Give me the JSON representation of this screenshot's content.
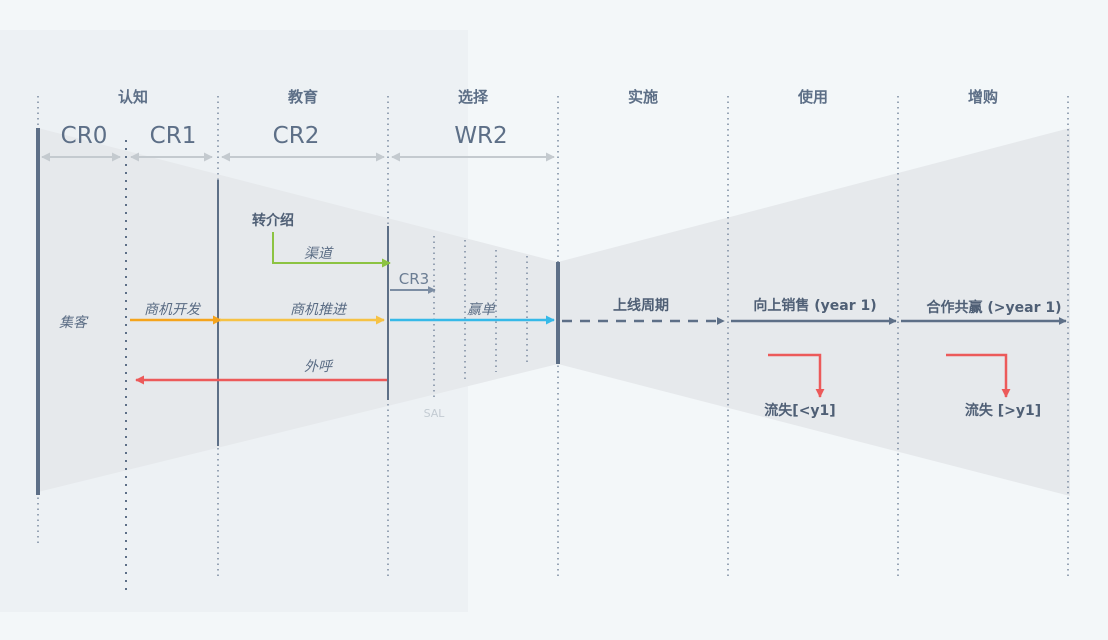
{
  "stages": [
    "认知",
    "教育",
    "选择",
    "实施",
    "使用",
    "增购"
  ],
  "segments": [
    "CR0",
    "CR1",
    "CR2",
    "WR2"
  ],
  "labels": {
    "collect": "集客",
    "referral": "转介绍",
    "channel": "渠道",
    "cr3": "CR3",
    "opportunity_dev": "商机开发",
    "opportunity_push": "商机推进",
    "win": "赢单",
    "go_live": "上线周期",
    "upsell": "向上销售 (year 1)",
    "win_win": "合作共赢 (>year 1)",
    "outbound": "外呼",
    "sal": "SAL",
    "churn_1": "流失[<y1]",
    "churn_2": "流失 [>y1]"
  },
  "colors": {
    "slate": "#5d6f87",
    "green": "#8cc342",
    "orange": "#f5a41c",
    "yellow": "#f6c244",
    "blue": "#36b9e8",
    "red": "#ec5a5a",
    "funnel": "#e7ebee"
  }
}
